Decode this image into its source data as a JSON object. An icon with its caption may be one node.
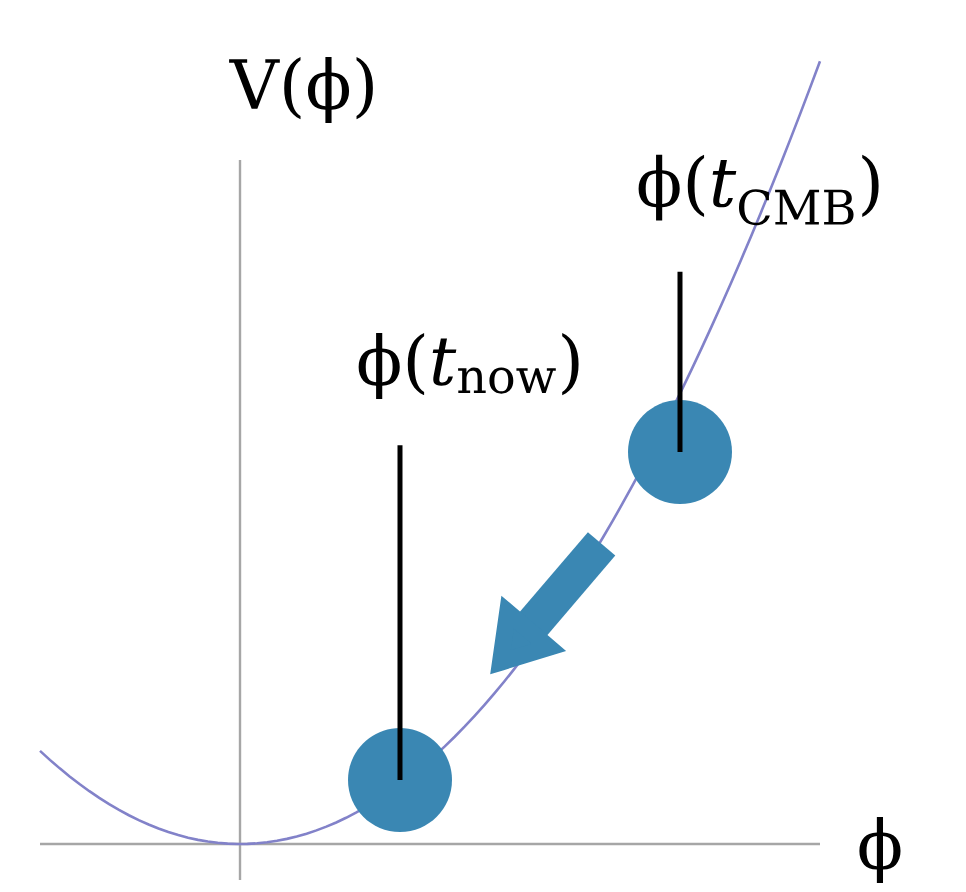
{
  "diagram": {
    "nodes": [
      {
        "text": [
          "ϕ(*t*$_{CMB}$)"
        ]
      },
      {
        "text": [
          "ϕ(*t*$_{now}$)"
        ]
      },
      {
        "text": [],
        "shape": "circle"
      },
      {
        "text": [],
        "shape": "circle"
      }
    ],
    "edges": [
      {
        "from": 0,
        "to": 2,
        "arrow": "none"
      },
      {
        "from": 1,
        "to": 3,
        "arrow": "none"
      },
      {
        "from": 2,
        "to": 3,
        "arrow": "to",
        "style": "thick",
        "color": "#3a87b3"
      }
    ],
    "labels": [
      "V(ϕ)",
      "ϕ"
    ]
  }
}
